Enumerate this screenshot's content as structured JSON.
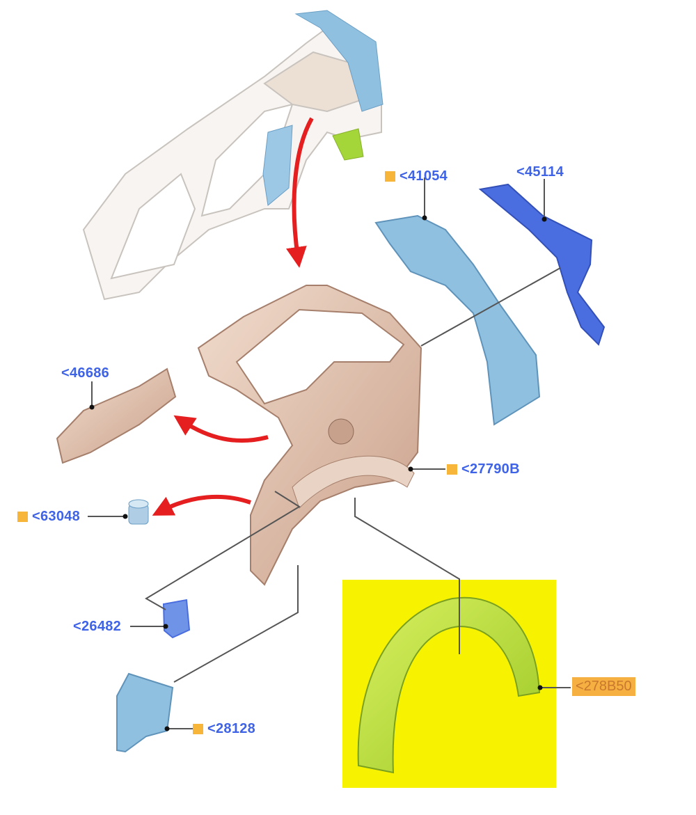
{
  "diagram": {
    "parts": [
      {
        "id": "p41054",
        "label": "<41054",
        "marked": true
      },
      {
        "id": "p45114",
        "label": "<45114",
        "marked": false
      },
      {
        "id": "p46686",
        "label": "<46686",
        "marked": false
      },
      {
        "id": "p27790B",
        "label": "<27790B",
        "marked": true
      },
      {
        "id": "p63048",
        "label": "<63048",
        "marked": true
      },
      {
        "id": "p26482",
        "label": "<26482",
        "marked": false
      },
      {
        "id": "p28128",
        "label": "<28128",
        "marked": true
      },
      {
        "id": "p278B50",
        "label": "<278B50",
        "marked": false,
        "highlighted": true
      }
    ]
  },
  "colors": {
    "label_blue": "#3f63e6",
    "marker_orange": "#f7b53a",
    "highlight_yellow": "#f7f200",
    "arrow_red": "#e51f1f",
    "panel_tan": "#dcbfae",
    "light_blue": "#8fc0e0",
    "dark_blue": "#4a6de0",
    "liner_green": "#b8e030"
  }
}
